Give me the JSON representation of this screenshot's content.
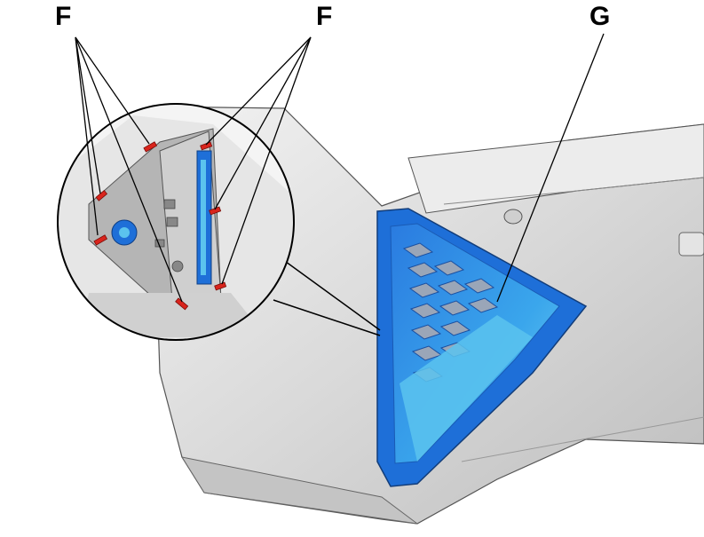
{
  "callouts": {
    "f_left": "F",
    "f_right": "F",
    "g": "G"
  },
  "colors": {
    "grille_blue": "#1e6fd8",
    "grille_light": "#5bc3ee",
    "clip_red": "#d9241c",
    "bumper_gray": "#d6d6d6"
  }
}
